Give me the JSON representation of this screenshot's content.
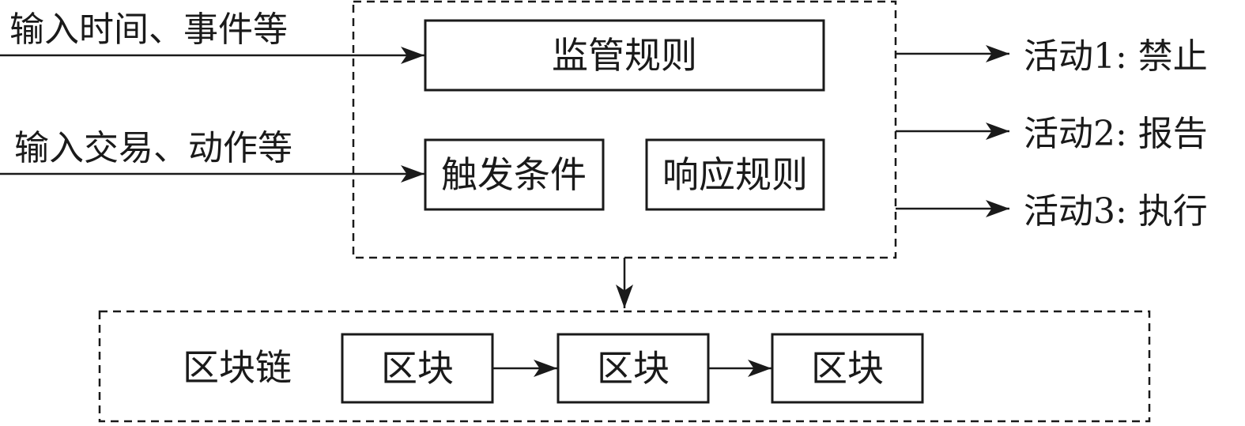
{
  "inputs": {
    "top": "输入时间、事件等",
    "bottom": "输入交易、动作等"
  },
  "contract": {
    "rules": "监管规则",
    "trigger": "触发条件",
    "response": "响应规则"
  },
  "outputs": [
    "活动1: 禁止",
    "活动2: 报告",
    "活动3: 执行"
  ],
  "chain": {
    "label": "区块链",
    "blocks": [
      "区块",
      "区块",
      "区块"
    ]
  }
}
